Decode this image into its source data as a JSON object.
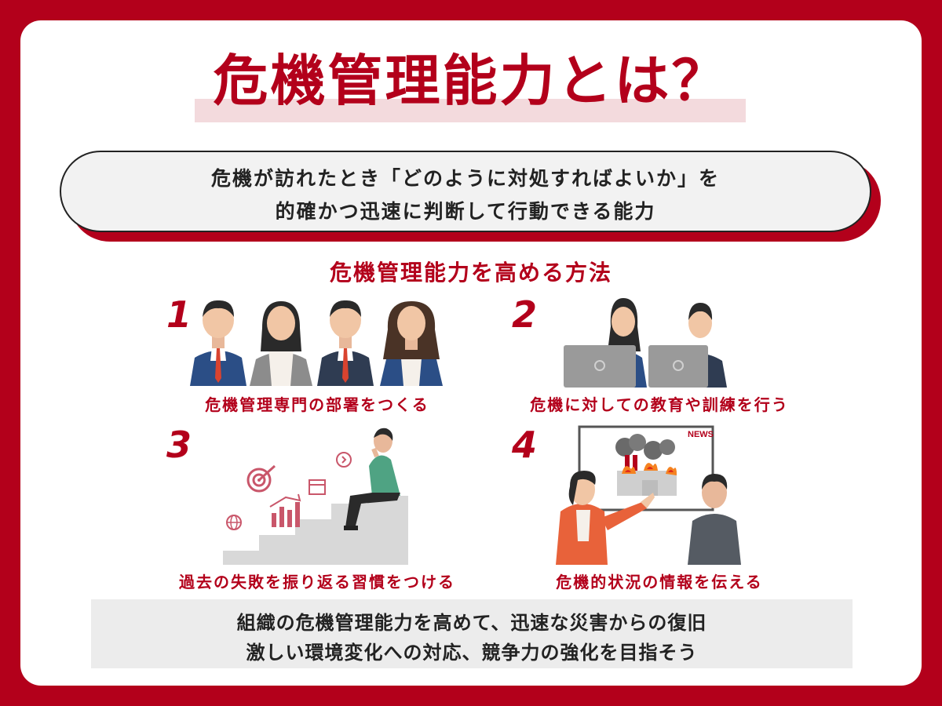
{
  "title": "危機管理能力とは？",
  "definition": {
    "line1": "危機が訪れたとき「どのように対処すればよいか」を",
    "line2": "的確かつ迅速に判断して行動できる能力"
  },
  "methods_heading": "危機管理能力を高める方法",
  "methods": [
    {
      "number": "1",
      "caption": "危機管理専門の部署をつくる"
    },
    {
      "number": "2",
      "caption": "危機に対しての教育や訓練を行う"
    },
    {
      "number": "3",
      "caption": "過去の失敗を振り返る習慣をつける"
    },
    {
      "number": "4",
      "caption": "危機的状況の情報を伝える"
    }
  ],
  "news_label": "NEWS",
  "summary": {
    "line1": "組織の危機管理能力を高めて、迅速な災害からの復旧",
    "line2": "激しい環境変化への対応、競争力の強化を目指そう"
  },
  "colors": {
    "accent": "#b3001b",
    "highlight": "#f3dadd",
    "panel": "#ececec"
  }
}
